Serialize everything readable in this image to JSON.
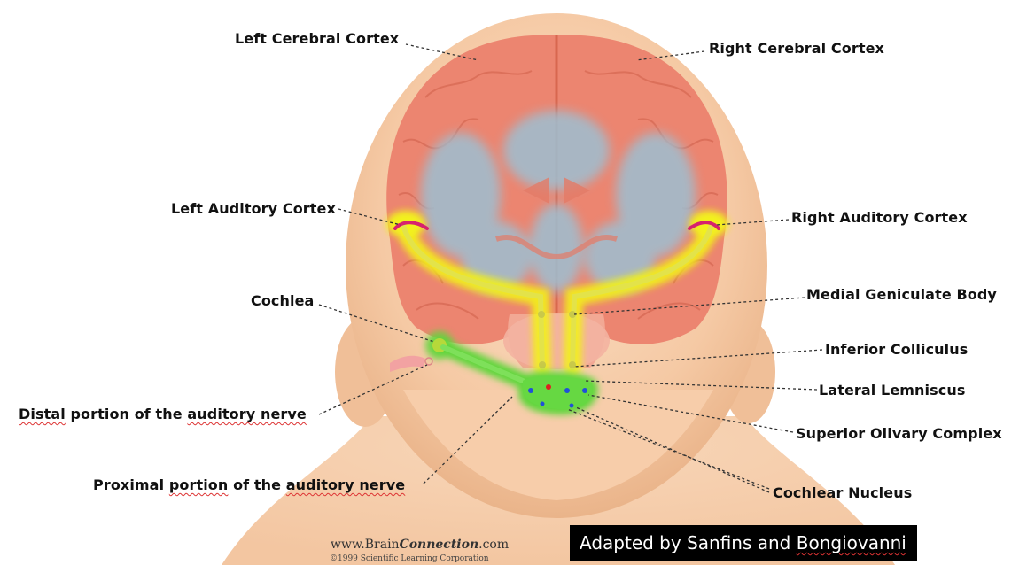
{
  "labels": {
    "left_cerebral_cortex": "Left Cerebral Cortex",
    "right_cerebral_cortex": "Right Cerebral Cortex",
    "left_auditory_cortex": "Left Auditory Cortex",
    "right_auditory_cortex": "Right Auditory Cortex",
    "cochlea": "Cochlea",
    "medial_geniculate_body": "Medial Geniculate Body",
    "inferior_colliculus": "Inferior Colliculus",
    "lateral_lemniscus": "Lateral Lemniscus",
    "distal_portion_part1": "Distal",
    "distal_portion_part2": " portion of the ",
    "distal_portion_part3": "auditory nerve",
    "superior_olivary_complex": "Superior Olivary Complex",
    "proximal_portion_part1": "Proximal ",
    "proximal_portion_part2": "portion",
    "proximal_portion_part3": " of the ",
    "proximal_portion_part4": "auditory nerve",
    "cochlear_nucleus": "Cochlear Nucleus"
  },
  "credit": {
    "adapted_prefix": "Adapted by Sanfins and ",
    "adapted_name": "Bongiovanni"
  },
  "watermark": {
    "prefix": "www.Brain",
    "brand": "Connection",
    "suffix": ".com",
    "copyright": "©1999 Scientific Learning Corporation"
  },
  "colors": {
    "skin": "#f7cfae",
    "cortex": "#ec8570",
    "white_matter": "#9dbfd2",
    "pathway_yellow": "#f2f21a",
    "nerve_green": "#5fd63a",
    "auditory_cortex_magenta": "#d6226e"
  }
}
